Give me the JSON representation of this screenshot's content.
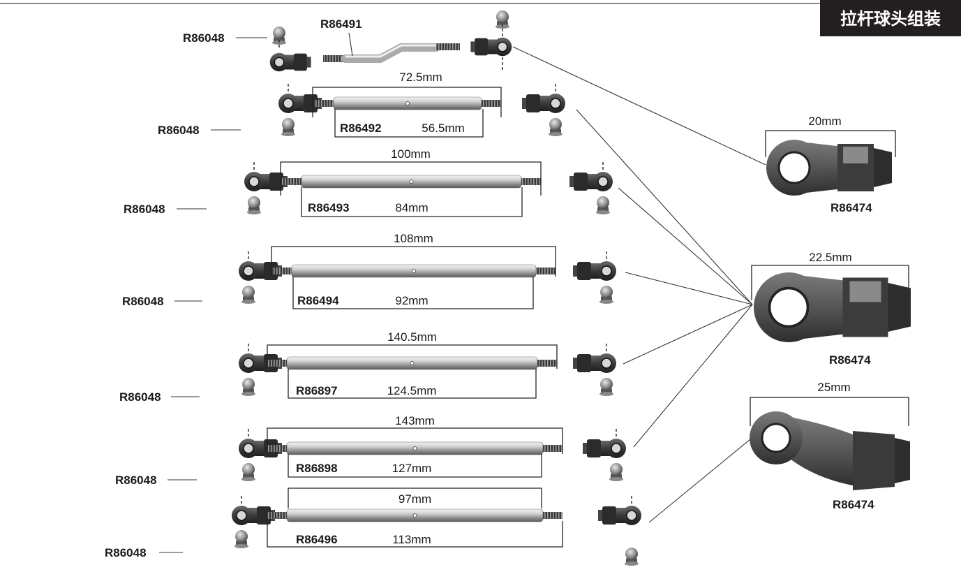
{
  "header": {
    "title": "拉杆球头组装",
    "bg_color": "#231f20",
    "text_color": "#ffffff"
  },
  "ball_stud_part": "R86048",
  "rows": [
    {
      "rod_part": "R86491",
      "length": "",
      "thread_length": ""
    },
    {
      "rod_part": "R86492",
      "length": "72.5mm",
      "thread_length": "56.5mm"
    },
    {
      "rod_part": "R86493",
      "length": "100mm",
      "thread_length": "84mm"
    },
    {
      "rod_part": "R86494",
      "length": "108mm",
      "thread_length": "92mm"
    },
    {
      "rod_part": "R86897",
      "length": "140.5mm",
      "thread_length": "124.5mm"
    },
    {
      "rod_part": "R86898",
      "length": "143mm",
      "thread_length": "127mm"
    },
    {
      "rod_part": "R86496",
      "length": "97mm",
      "thread_length": "113mm"
    }
  ],
  "rod_ends": [
    {
      "part": "R86474",
      "size": "20mm"
    },
    {
      "part": "R86474",
      "size": "22.5mm"
    },
    {
      "part": "R86474",
      "size": "25mm"
    }
  ]
}
